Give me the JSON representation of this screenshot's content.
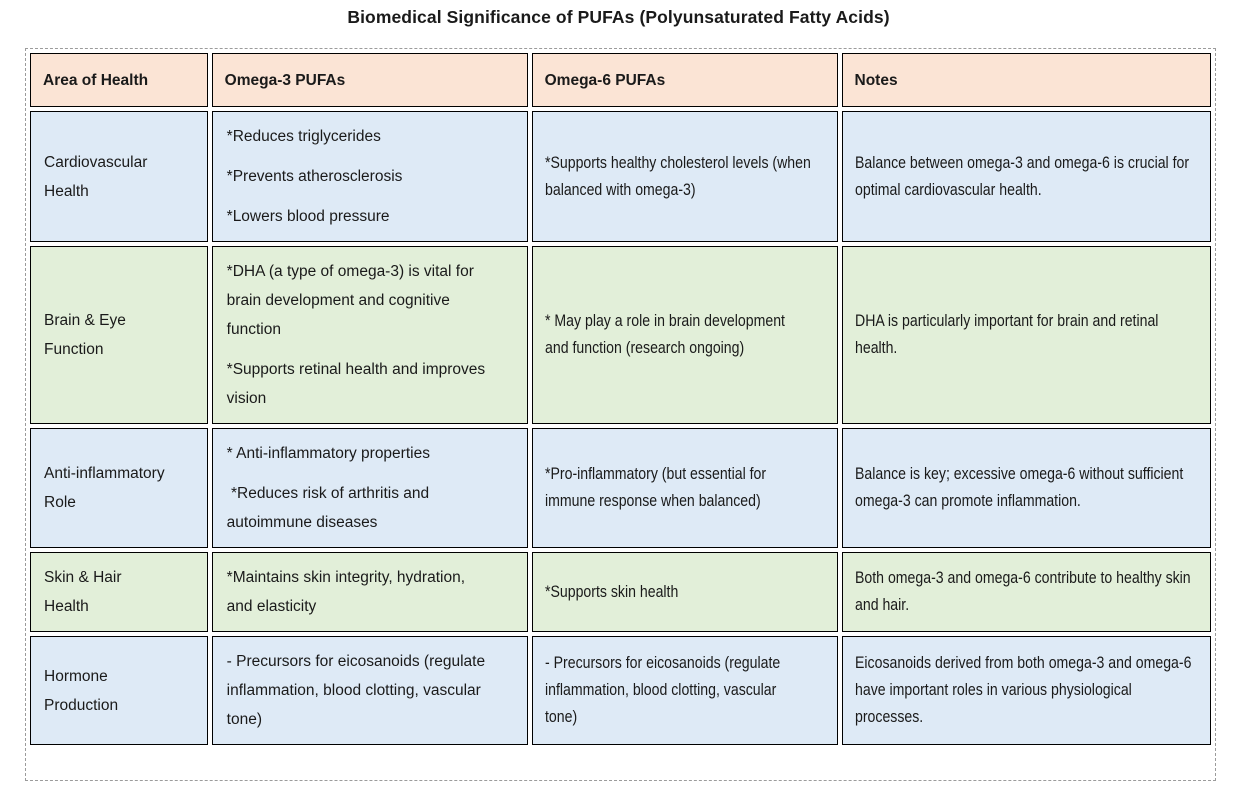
{
  "title": "Biomedical Significance of PUFAs (Polyunsaturated Fatty Acids)",
  "colors": {
    "header_bg": "#FBE4D5",
    "row_blue": "#DEEAF6",
    "row_green": "#E2EFD9",
    "cell_border": "#000000",
    "outer_dash": "#9B9B9B",
    "text": "#1A1A1A"
  },
  "table": {
    "headers": [
      "Area of Health",
      "Omega-3 PUFAs",
      "Omega-6 PUFAs",
      "Notes"
    ],
    "rows": [
      {
        "tone": "blue",
        "area": "Cardiovascular Health",
        "omega3": [
          "*Reduces triglycerides",
          "*Prevents atherosclerosis",
          "*Lowers blood pressure"
        ],
        "omega6": [
          "*Supports healthy cholesterol levels (when balanced with omega-3)"
        ],
        "notes": [
          "Balance between omega-3 and omega-6 is crucial for optimal cardiovascular health."
        ]
      },
      {
        "tone": "green",
        "area": "Brain & Eye Function",
        "omega3": [
          "*DHA (a type of omega-3) is vital for brain development and cognitive function",
          "*Supports retinal health and improves vision"
        ],
        "omega6": [
          "* May play a role in brain development and function (research ongoing)"
        ],
        "notes": [
          "DHA is particularly important for brain and retinal health."
        ]
      },
      {
        "tone": "blue",
        "area": "Anti-inflammatory Role",
        "omega3": [
          "* Anti-inflammatory properties",
          " *Reduces risk of arthritis and autoimmune diseases"
        ],
        "omega6": [
          "*Pro-inflammatory (but essential for immune response when balanced)"
        ],
        "notes": [
          "Balance is key; excessive omega-6 without sufficient omega-3 can promote inflammation."
        ]
      },
      {
        "tone": "green",
        "area": "Skin & Hair Health",
        "omega3": [
          "*Maintains skin integrity, hydration, and elasticity"
        ],
        "omega6": [
          "*Supports skin health"
        ],
        "notes": [
          "Both omega-3 and omega-6 contribute to healthy skin and hair."
        ]
      },
      {
        "tone": "blue",
        "area": "Hormone Production",
        "omega3": [
          "- Precursors for eicosanoids (regulate inflammation, blood clotting, vascular tone)"
        ],
        "omega6": [
          "- Precursors for eicosanoids (regulate inflammation, blood clotting, vascular tone)"
        ],
        "notes": [
          "Eicosanoids derived from both omega-3 and omega-6 have important roles in various physiological processes."
        ]
      }
    ]
  }
}
